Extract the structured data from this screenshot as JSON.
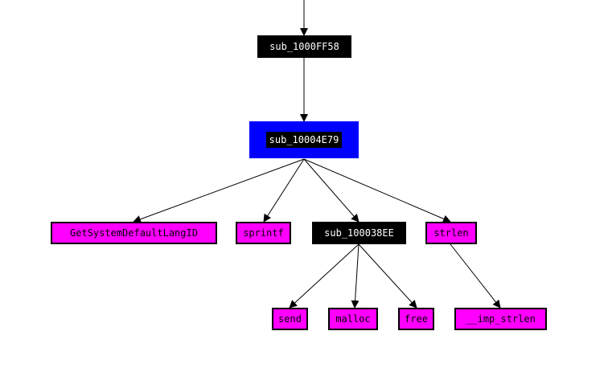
{
  "graph": {
    "nodes": {
      "sub_1000FF58": "sub_1000FF58",
      "sub_10004E79": "sub_10004E79",
      "GetSystemDefaultLangID": "GetSystemDefaultLangID",
      "sprintf": "sprintf",
      "sub_100038EE": "sub_100038EE",
      "strlen": "strlen",
      "send": "send",
      "malloc": "malloc",
      "free": "free",
      "__imp_strlen": "__imp_strlen"
    },
    "edges": [
      [
        "",
        "sub_1000FF58"
      ],
      [
        "sub_1000FF58",
        "sub_10004E79"
      ],
      [
        "sub_10004E79",
        "GetSystemDefaultLangID"
      ],
      [
        "sub_10004E79",
        "sprintf"
      ],
      [
        "sub_10004E79",
        "sub_100038EE"
      ],
      [
        "sub_10004E79",
        "strlen"
      ],
      [
        "sub_100038EE",
        "send"
      ],
      [
        "sub_100038EE",
        "malloc"
      ],
      [
        "sub_100038EE",
        "free"
      ],
      [
        "strlen",
        "__imp_strlen"
      ]
    ],
    "colors": {
      "internal_node": "#000000",
      "external_node": "#ff00ff",
      "selected_frame": "#0000ff",
      "edge": "#000000"
    }
  }
}
